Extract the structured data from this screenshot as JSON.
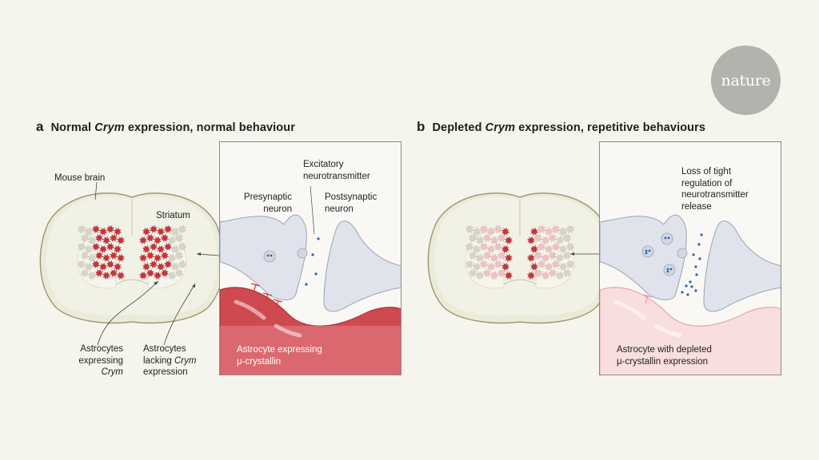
{
  "logo": {
    "text": "nature",
    "color": "#b3b2ad"
  },
  "panel_a": {
    "letter": "a",
    "title_pre": "Normal ",
    "title_gene": "Crym",
    "title_post": " expression, normal behaviour",
    "labels": {
      "mouse_brain": "Mouse brain",
      "striatum": "Striatum",
      "astro_expr_1": "Astrocytes",
      "astro_expr_2": "expressing",
      "astro_expr_3": "Crym",
      "astro_lack_1": "Astrocytes",
      "astro_lack_2a": "lacking ",
      "astro_lack_2b": "Crym",
      "astro_lack_3": "expression"
    },
    "inset": {
      "excitatory_1": "Excitatory",
      "excitatory_2": "neurotransmitter",
      "pre_1": "Presynaptic",
      "pre_2": "neuron",
      "post_1": "Postsynaptic",
      "post_2": "neuron",
      "astro_1": "Astrocyte expressing",
      "astro_2": "μ-crystallin"
    },
    "astrocyte_color": "#c8333a"
  },
  "panel_b": {
    "letter": "b",
    "title_pre": "Depleted ",
    "title_gene": "Crym",
    "title_post": " expression, repetitive behaviours",
    "inset": {
      "loss_1": "Loss of tight",
      "loss_2": "regulation of",
      "loss_3": "neurotransmitter",
      "loss_4": "release",
      "astro_1": "Astrocyte with depleted",
      "astro_2": "μ-crystallin expression"
    },
    "astrocyte_color": "#f3c6c6"
  },
  "colors": {
    "background": "#f5f5ee",
    "neurotransmitter": "#2b64b0",
    "neuron": "#dfe2ea",
    "lacking_astrocyte": "#d8d5c4"
  }
}
